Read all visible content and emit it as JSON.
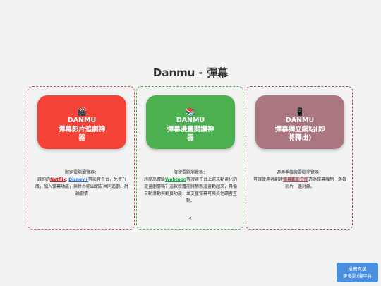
{
  "page": {
    "title": "Danmu - 彈幕"
  },
  "cards": [
    {
      "icon": "clapper-board-icon",
      "emoji": "🎬",
      "tile_lines": [
        "DANMU",
        "彈幕影片追劇神",
        "器"
      ],
      "desc_heading": "限定電腦瀏覽器：",
      "desc_pre": "讓你的",
      "brand1": "Netflix",
      "brand_sep": ", ",
      "brand2": "Disney+",
      "desc_post": "等影音平台，免費升級，加入彈幕功能，與世界範圍網友共同追劇、討論劇情"
    },
    {
      "icon": "books-icon",
      "emoji": "📚",
      "tile_lines": [
        "DANMU",
        "彈幕漫畫閱讀神",
        "器"
      ],
      "desc_heading": "限定電腦瀏覽器：",
      "desc_pre": "想提高體驗",
      "brand1": "Webtoon",
      "desc_post": "等漫畫平台上還未動畫化的漫畫劇情嗎？這款軟體能將靜態漫畫動起來，具備自動滾動與翻頁功能，並支援彈幕可與其他讀者互動。",
      "chevron": "<"
    },
    {
      "icon": "mobile-phone-icon",
      "emoji": "📱",
      "tile_lines": [
        "DANMU",
        "彈幕獨立網站(即",
        "將釋出)"
      ],
      "desc_heading": "適用手機與電腦瀏覽器：",
      "desc_pre": "可讓使用者創建",
      "brand1": "彈幕觀影空間",
      "desc_post": "透過彈幕機制一邊看影片一邊討論。"
    }
  ],
  "support_button": {
    "line1": "推薦支援",
    "line2": "更多影/漫平台"
  },
  "colors": {
    "card1": "#f44336",
    "card2": "#4caf50",
    "card3": "#aa7680",
    "button": "#4a90e2"
  }
}
